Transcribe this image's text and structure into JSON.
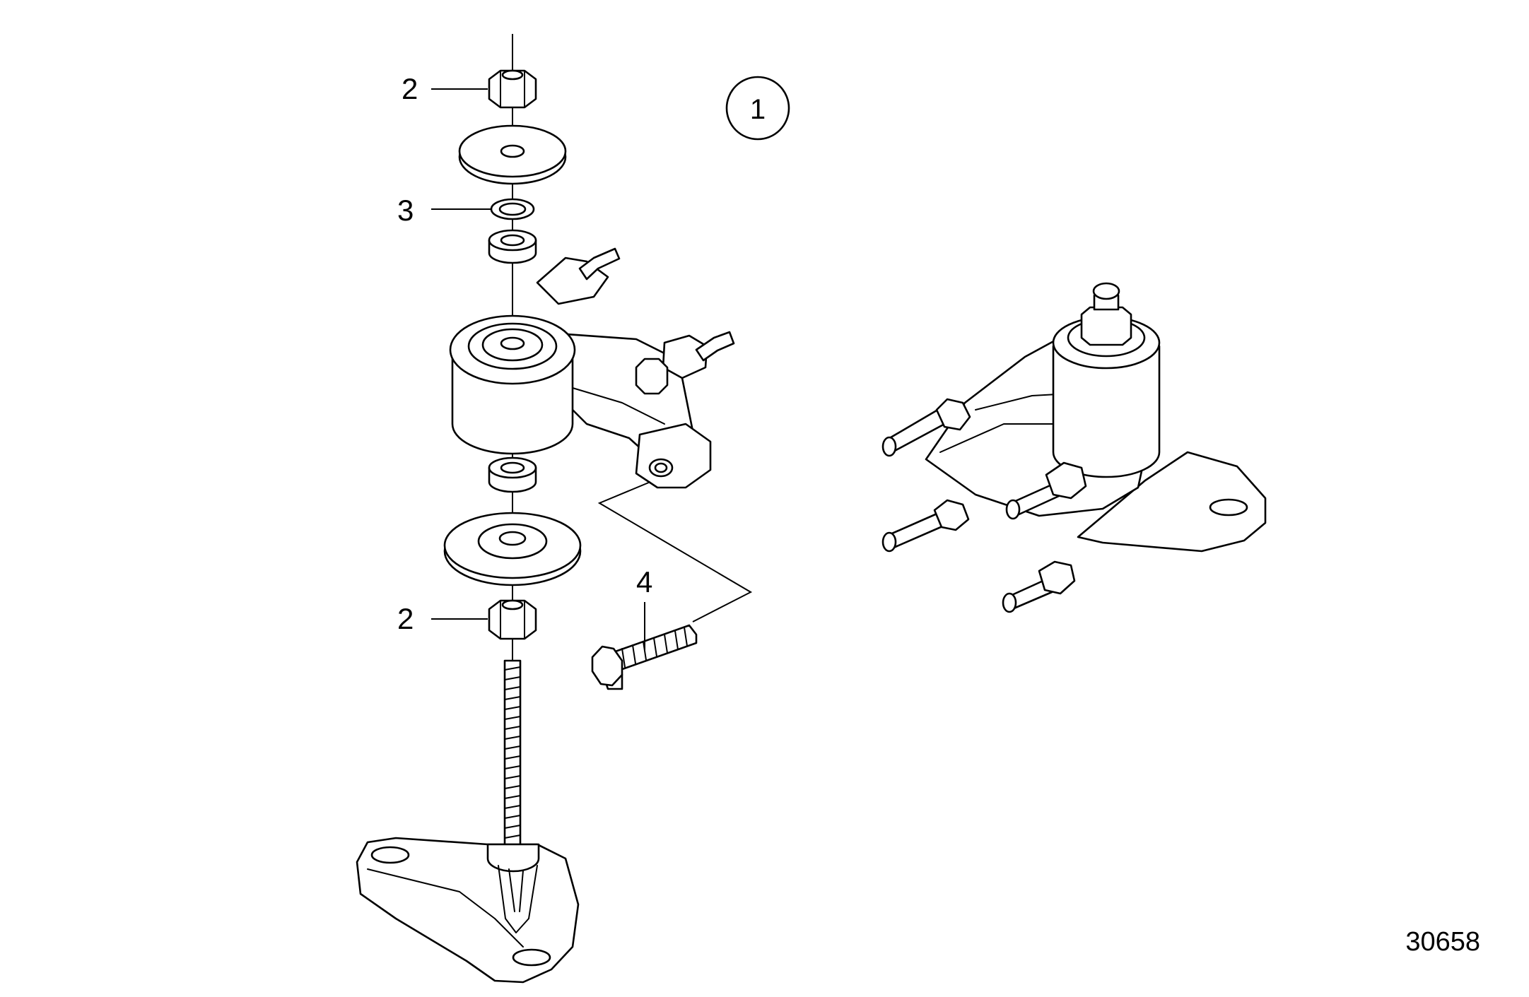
{
  "diagram": {
    "assembly_callout": "1",
    "callouts": [
      {
        "id": "nut-top",
        "label": "2"
      },
      {
        "id": "washer",
        "label": "3"
      },
      {
        "id": "nut-bottom",
        "label": "2"
      },
      {
        "id": "bolt",
        "label": "4"
      }
    ],
    "figure_number": "30658"
  }
}
